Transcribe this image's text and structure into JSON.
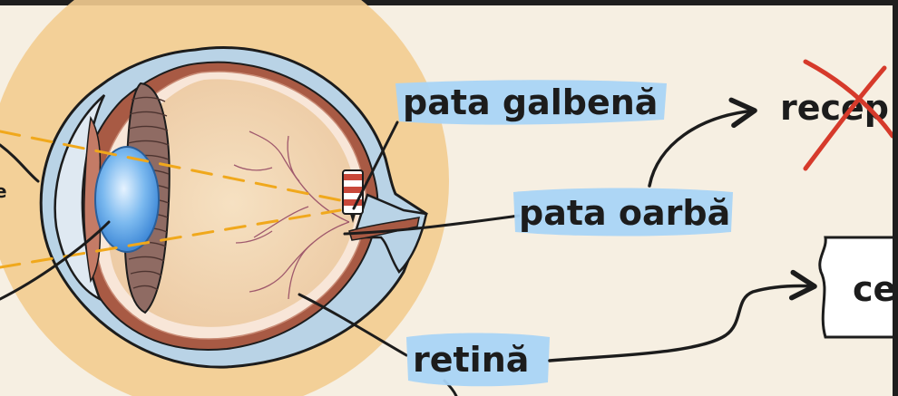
{
  "labels": {
    "pata_galbena": "pata galbenă",
    "pata_oarba": "pata oarbă",
    "retina": "retină",
    "receptori_partial": "recep",
    "celule_partial": "ce",
    "left_edge_partial": "e"
  },
  "colors": {
    "background": "#f6efe2",
    "highlight": "#a9d4f5",
    "glow": "#f3cc90",
    "sclera": "#b9d3e6",
    "choroid": "#a85a44",
    "vitreous": "#f2d8b4",
    "lens": "#5aa6e8",
    "ink": "#1c1c1c",
    "cross": "#d63a2b",
    "light_ray": "#f0a81c"
  }
}
